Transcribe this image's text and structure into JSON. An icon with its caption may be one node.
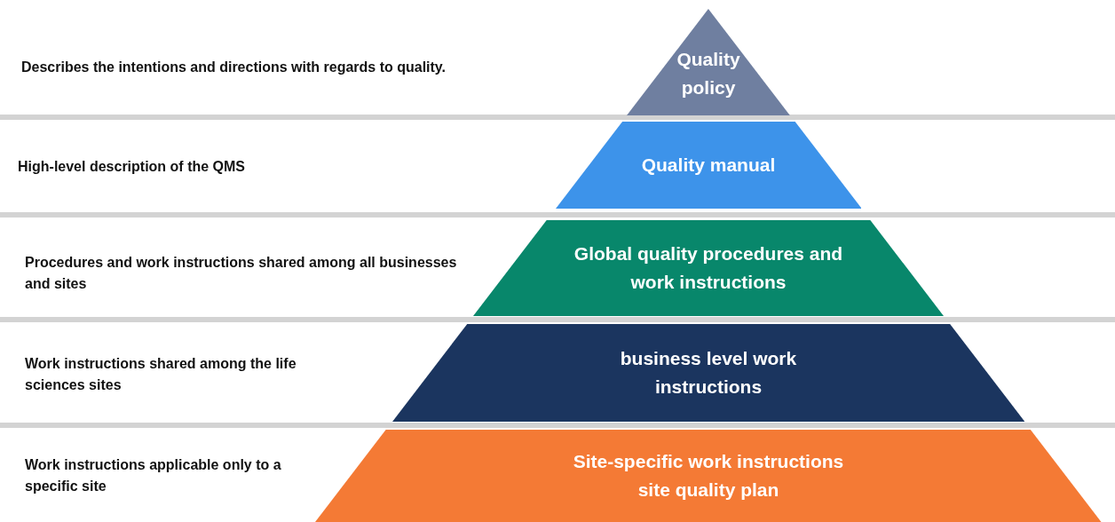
{
  "diagram": {
    "nodes": [
      {
        "text": [
          "Quality policy"
        ]
      },
      {
        "text": [
          "Quality manual"
        ]
      },
      {
        "text": [
          "Global quality procedures and work instructions"
        ]
      },
      {
        "text": [
          "business level work instructions"
        ]
      },
      {
        "text": [
          "Site-specific work instructions site quality plan"
        ]
      }
    ],
    "labels": [
      "Describes the intentions and directions with regards to quality.",
      "High-level description of the QMS",
      "Procedures and work instructions shared among all businesses and sites",
      "Work instructions shared among the life sciences sites",
      "Work instructions applicable only to a specific site"
    ]
  }
}
